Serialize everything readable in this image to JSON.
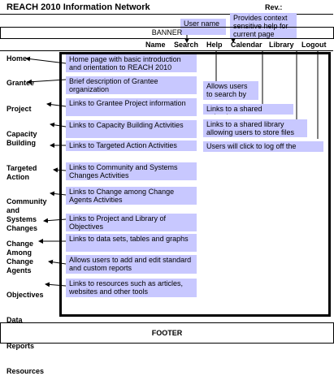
{
  "title": "REACH 2010 Information Network",
  "rev_label": "Rev.:",
  "banner_label": "BANNER",
  "footer_label": "FOOTER",
  "top_nav": [
    "Name",
    "Search",
    "Help",
    "Calendar",
    "Library",
    "Logout"
  ],
  "left_nav": [
    "Home",
    "Grantee",
    "Project",
    "Capacity Building",
    "Targeted Action",
    "Community and Systems Changes",
    "Change Among Change Agents",
    "Objectives",
    "Data",
    "Reports",
    "Resources"
  ],
  "top_notes": {
    "user_name": "User name",
    "help": "Provides context sensitive help for current page"
  },
  "left_notes": [
    "Home page with basic introduction and orientation to REACH 2010",
    "Brief description of Grantee organization",
    "Links to Grantee Project information",
    "Links to Capacity Building Activities",
    "Links to Targeted Action Activities",
    "Links to Community and Systems Changes Activities",
    "Links to Change among Change Agents Activities",
    "Links to Project and Library of Objectives",
    "Links to data sets, tables and graphs",
    "Allows users to add and edit standard and custom reports",
    "Links to resources such as articles, websites and other tools"
  ],
  "right_notes": [
    "Allows users to search by",
    "Links to a shared calendar",
    "Links to a shared library allowing users to store files",
    "Users will click to log off the system"
  ],
  "colors": {
    "note_fill": "#c8c8ff",
    "line": "#000000"
  }
}
